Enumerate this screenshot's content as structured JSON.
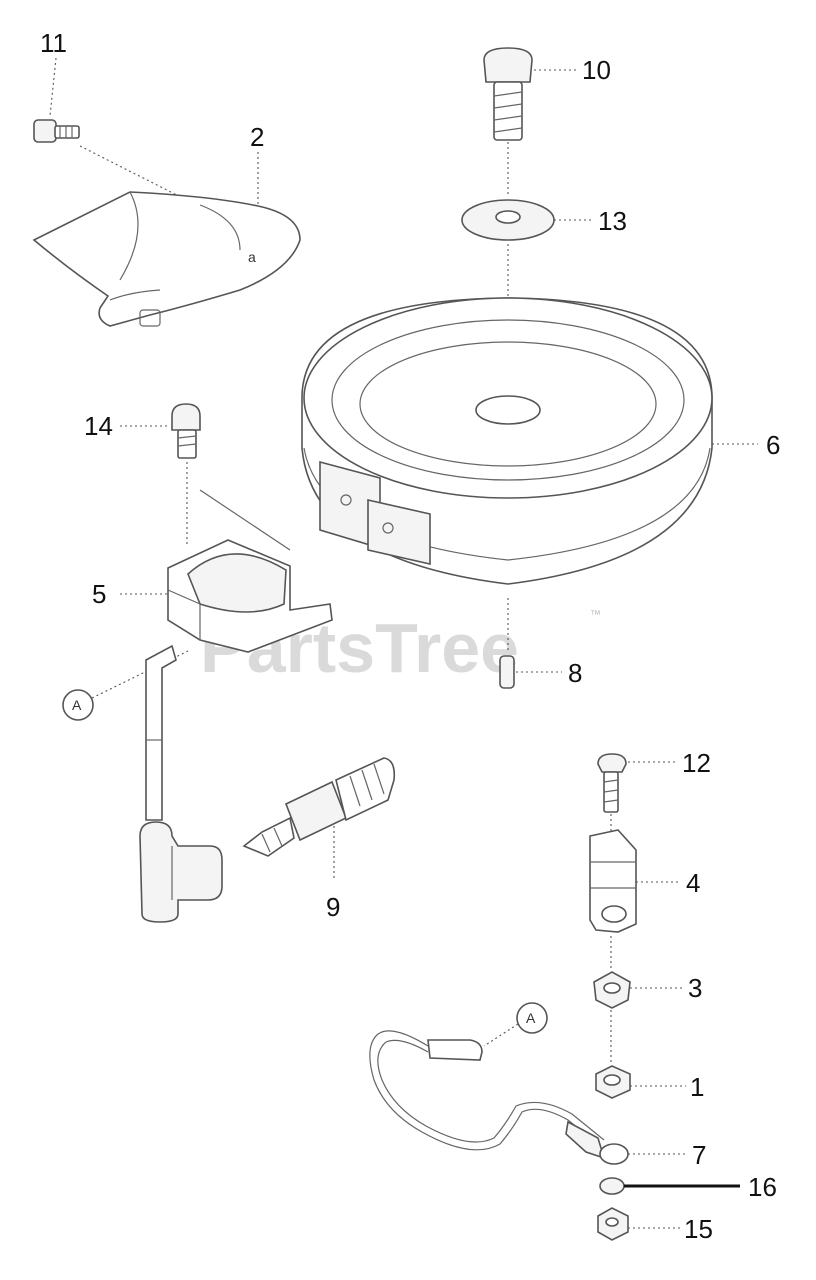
{
  "callouts": {
    "c1": "1",
    "c2": "2",
    "c3": "3",
    "c4": "4",
    "c5": "5",
    "c6": "6",
    "c7": "7",
    "c8": "8",
    "c9": "9",
    "c10": "10",
    "c11": "11",
    "c12": "12",
    "c13": "13",
    "c14": "14",
    "c15": "15",
    "c16": "16"
  },
  "connector_marker": "A",
  "watermark": {
    "text": "PartsTree",
    "trademark": "™"
  },
  "colors": {
    "line": "#555555",
    "text": "#111111",
    "watermark": "#bdbdbd",
    "background": "#ffffff"
  }
}
